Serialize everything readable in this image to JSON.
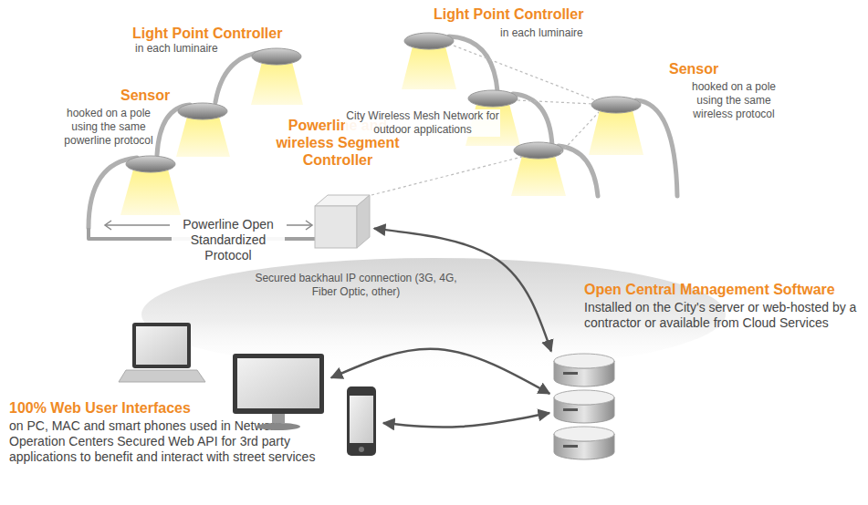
{
  "diagram": {
    "nodes": [
      {
        "text": [
          "Powerline and wireless Segment Controller"
        ]
      },
      {
        "text": [
          "Open Central Management Software",
          "Installed on the City's server or web-hosted by a contractor or available from Cloud Services"
        ]
      },
      {
        "text": [
          "100% Web User Interfaces",
          "on PC, MAC and smart phones used in Network Operation Centers Secured Web API for 3rd party applications to benefit and interact with street services"
        ]
      },
      {
        "text": []
      },
      {
        "text": []
      }
    ],
    "edges": [
      {
        "from": 0,
        "to": 1,
        "arrow": "both"
      },
      {
        "from": 3,
        "to": 1,
        "arrow": "both"
      },
      {
        "from": 4,
        "to": 1,
        "arrow": "both"
      }
    ],
    "labels": [
      "Light Point Controller",
      "in each luminaire",
      "Sensor",
      "hooked on a pole using the same powerline protocol",
      "Light Point Controller",
      "in each luminaire",
      "City Wireless Mesh Network for outdoor applications",
      "Sensor",
      "hooked on a pole using the same wireless protocol",
      "Powerline Open Standardized Protocol",
      "Secured backhaul IP connection (3G, 4G, Fiber Optic, other)"
    ]
  }
}
